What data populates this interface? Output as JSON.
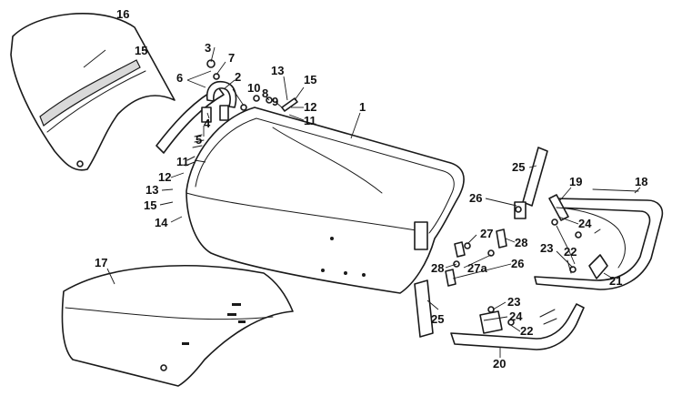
{
  "callouts": {
    "c1": "1",
    "c2": "2",
    "c3": "3",
    "c4": "4",
    "c5": "5",
    "c6": "6",
    "c7": "7",
    "c8": "8",
    "c9": "9",
    "c10": "10",
    "c11a": "11",
    "c11b": "11",
    "c12a": "12",
    "c12b": "12",
    "c13a": "13",
    "c13b": "13",
    "c14": "14",
    "c15a": "15",
    "c15b": "15",
    "c15c": "15",
    "c16": "16",
    "c17": "17",
    "c18": "18",
    "c19": "19",
    "c20": "20",
    "c21": "21",
    "c22a": "22",
    "c22b": "22",
    "c23a": "23",
    "c23b": "23",
    "c24a": "24",
    "c24b": "24",
    "c25a": "25",
    "c25b": "25",
    "c26a": "26",
    "c26b": "26",
    "c27a": "27",
    "c27b": "27a",
    "c28a": "28",
    "c28b": "28"
  }
}
